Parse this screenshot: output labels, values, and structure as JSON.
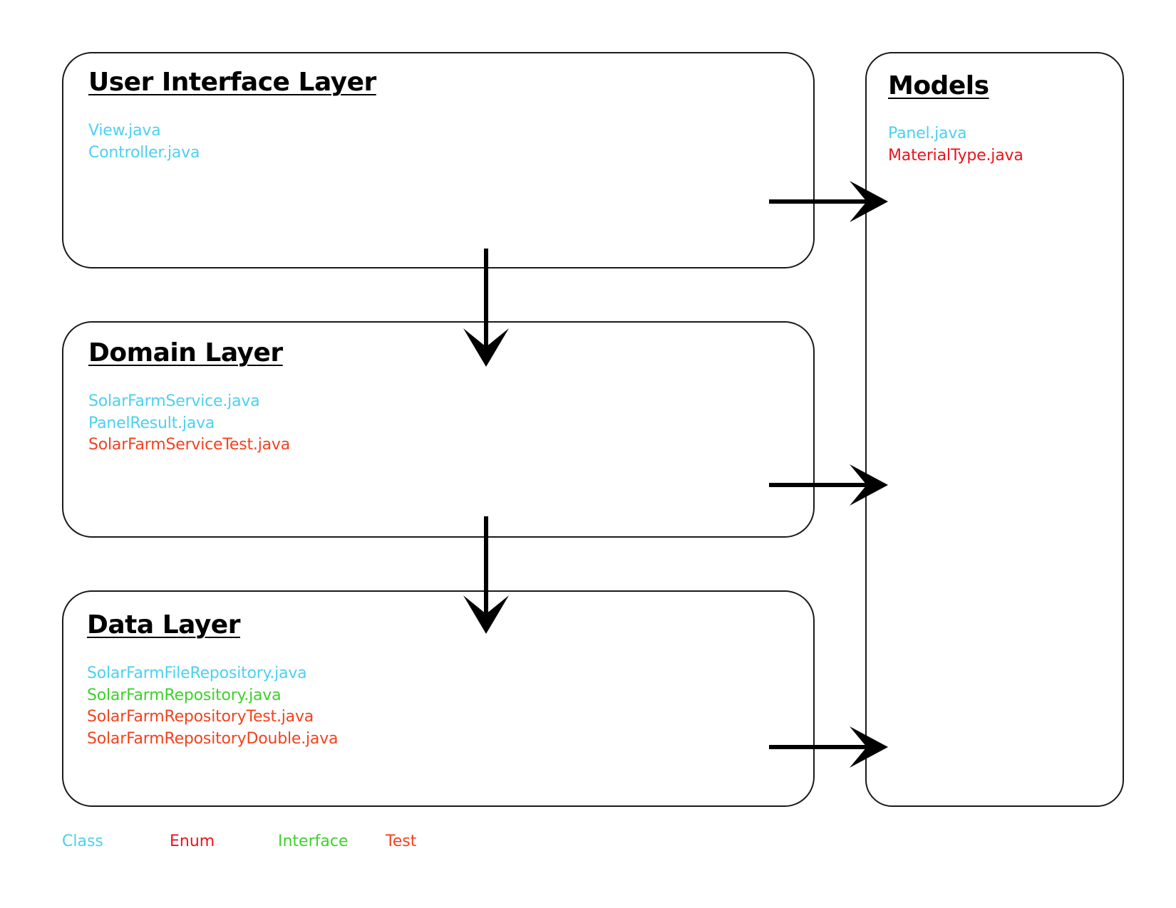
{
  "colors": {
    "class": "#4dd0f0",
    "enum": "#e8141c",
    "interface": "#3dd12a",
    "test": "#f2421e"
  },
  "layers": [
    {
      "title": "User Interface Layer",
      "files": [
        {
          "name": "View.java",
          "kind": "class"
        },
        {
          "name": "Controller.java",
          "kind": "class"
        }
      ]
    },
    {
      "title": "Domain Layer",
      "files": [
        {
          "name": "SolarFarmService.java",
          "kind": "class"
        },
        {
          "name": "PanelResult.java",
          "kind": "class"
        },
        {
          "name": "SolarFarmServiceTest.java",
          "kind": "test"
        }
      ]
    },
    {
      "title": "Data Layer",
      "files": [
        {
          "name": "SolarFarmFileRepository.java",
          "kind": "class"
        },
        {
          "name": "SolarFarmRepository.java",
          "kind": "interface"
        },
        {
          "name": "SolarFarmRepositoryTest.java",
          "kind": "test"
        },
        {
          "name": "SolarFarmRepositoryDouble.java",
          "kind": "test"
        }
      ]
    }
  ],
  "models": {
    "title": "Models",
    "files": [
      {
        "name": "Panel.java",
        "kind": "class"
      },
      {
        "name": "MaterialType.java",
        "kind": "enum"
      }
    ]
  },
  "legend": [
    {
      "label": "Class",
      "kind": "class"
    },
    {
      "label": "Enum",
      "kind": "enum"
    },
    {
      "label": "Interface",
      "kind": "interface"
    },
    {
      "label": "Test",
      "kind": "test"
    }
  ],
  "arrows": [
    {
      "from": "User Interface Layer",
      "to": "Domain Layer"
    },
    {
      "from": "Domain Layer",
      "to": "Data Layer"
    },
    {
      "from": "User Interface Layer",
      "to": "Models"
    },
    {
      "from": "Domain Layer",
      "to": "Models"
    },
    {
      "from": "Data Layer",
      "to": "Models"
    }
  ]
}
